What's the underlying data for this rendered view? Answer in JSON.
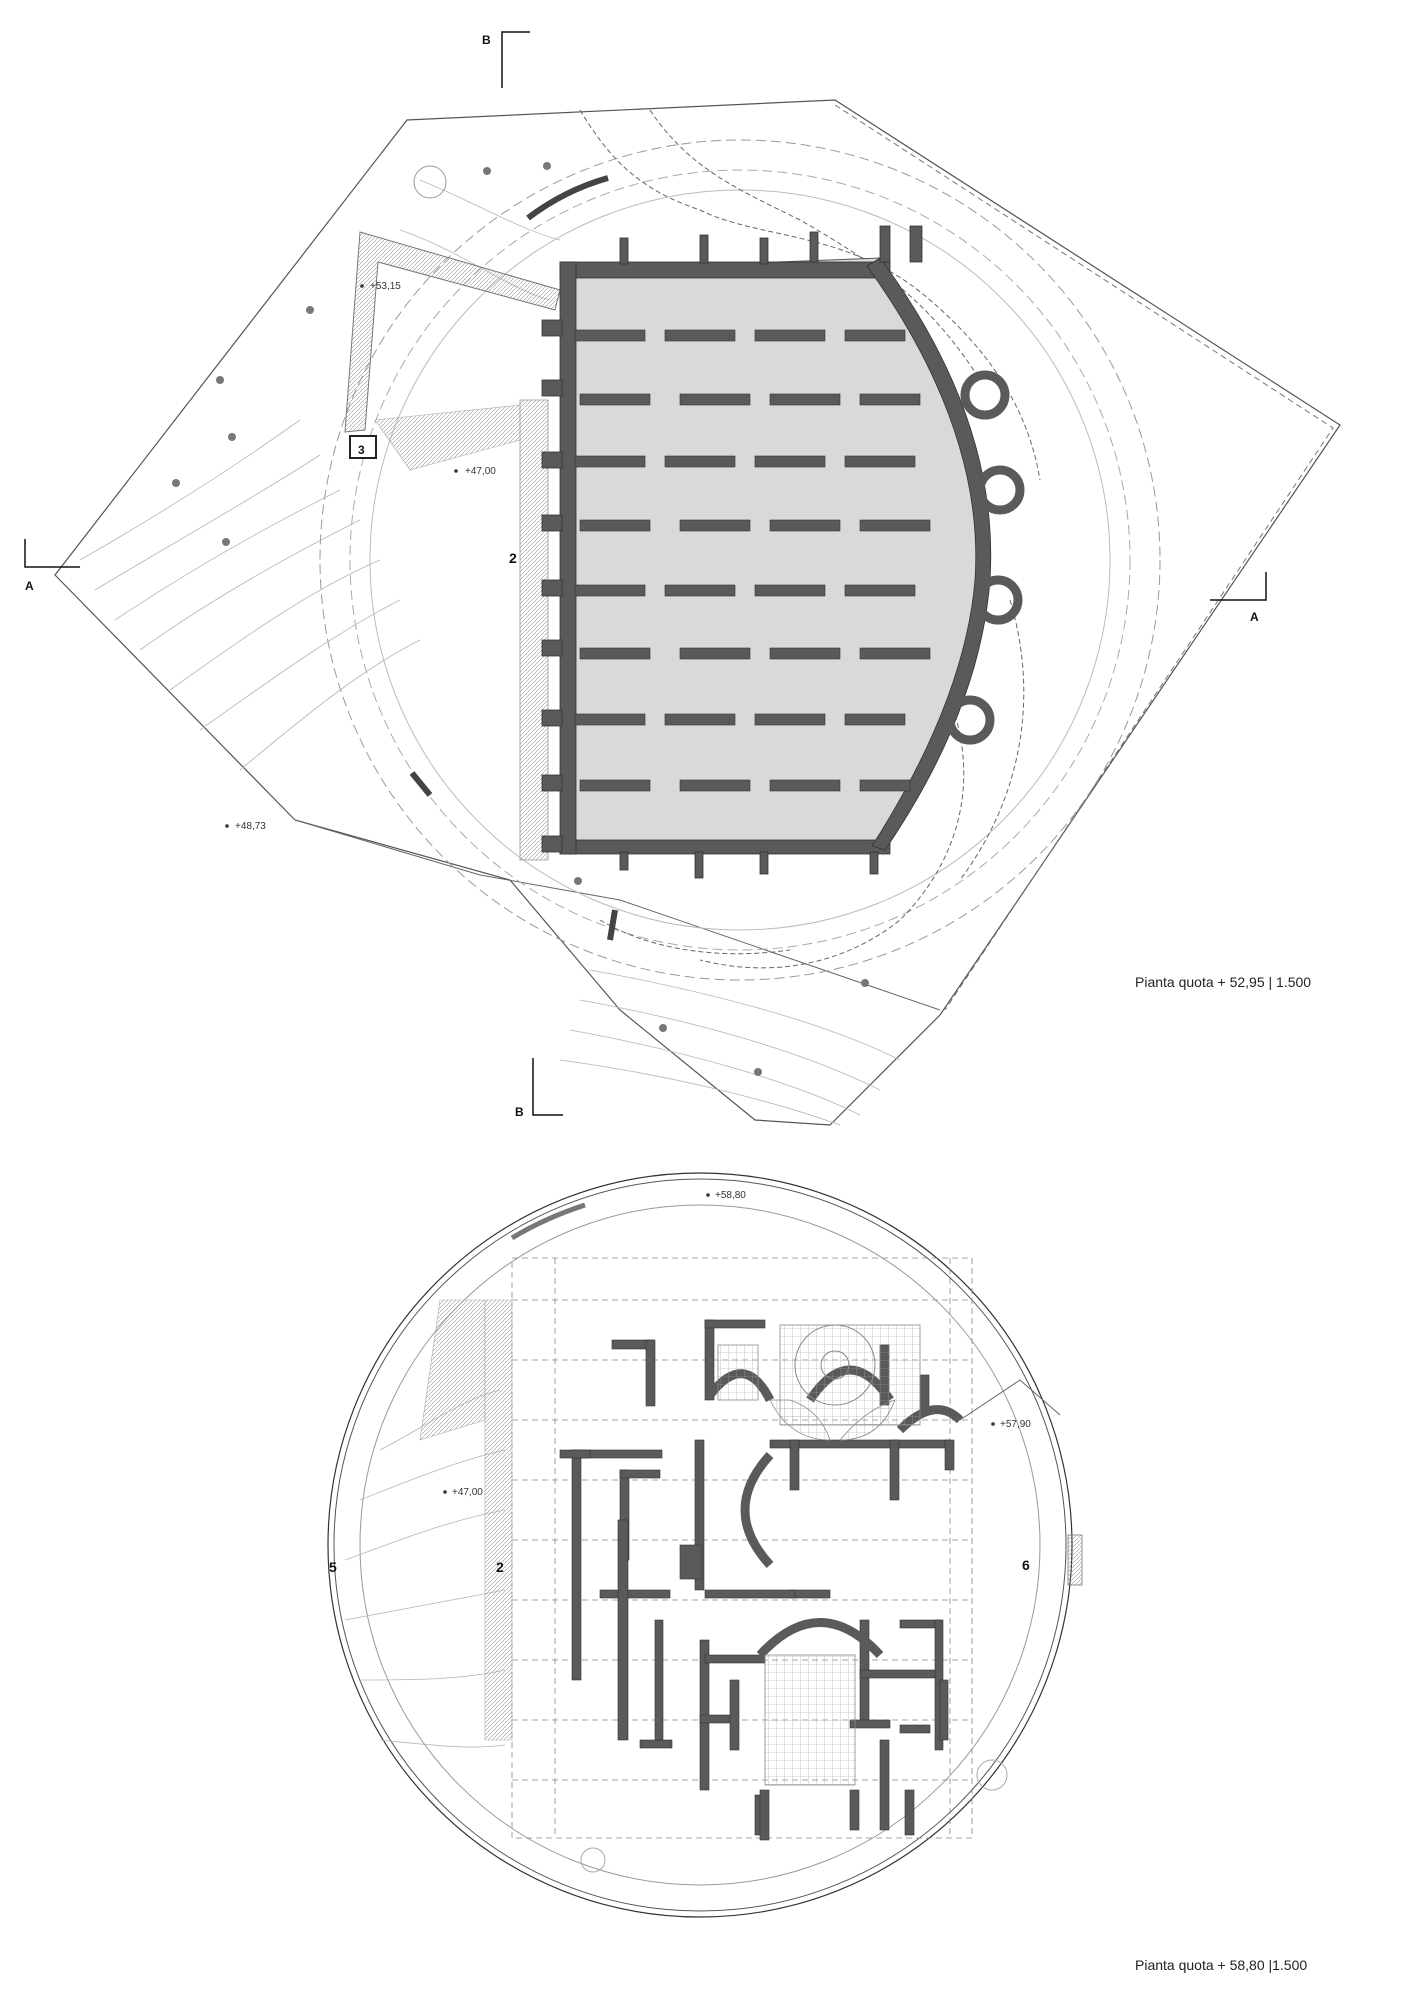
{
  "plan_top": {
    "caption": "Pianta quota + 52,95 | 1.500",
    "elevations": [
      "+53,15",
      "+47,00",
      "+48,73"
    ],
    "room_labels": [
      "2",
      "3"
    ],
    "section_marks": [
      "A",
      "A",
      "B",
      "B"
    ]
  },
  "plan_bottom": {
    "caption": "Pianta quota + 58,80 |1.500",
    "elevations": [
      "+58,80",
      "+57,90",
      "+47,00"
    ],
    "room_labels": [
      "5",
      "2",
      "6"
    ]
  },
  "colors": {
    "wall_fill": "#5a5a5a",
    "floor_fill": "#d9d9d9",
    "line": "#555555",
    "light_line": "#9a9a9a",
    "background": "#ffffff"
  }
}
